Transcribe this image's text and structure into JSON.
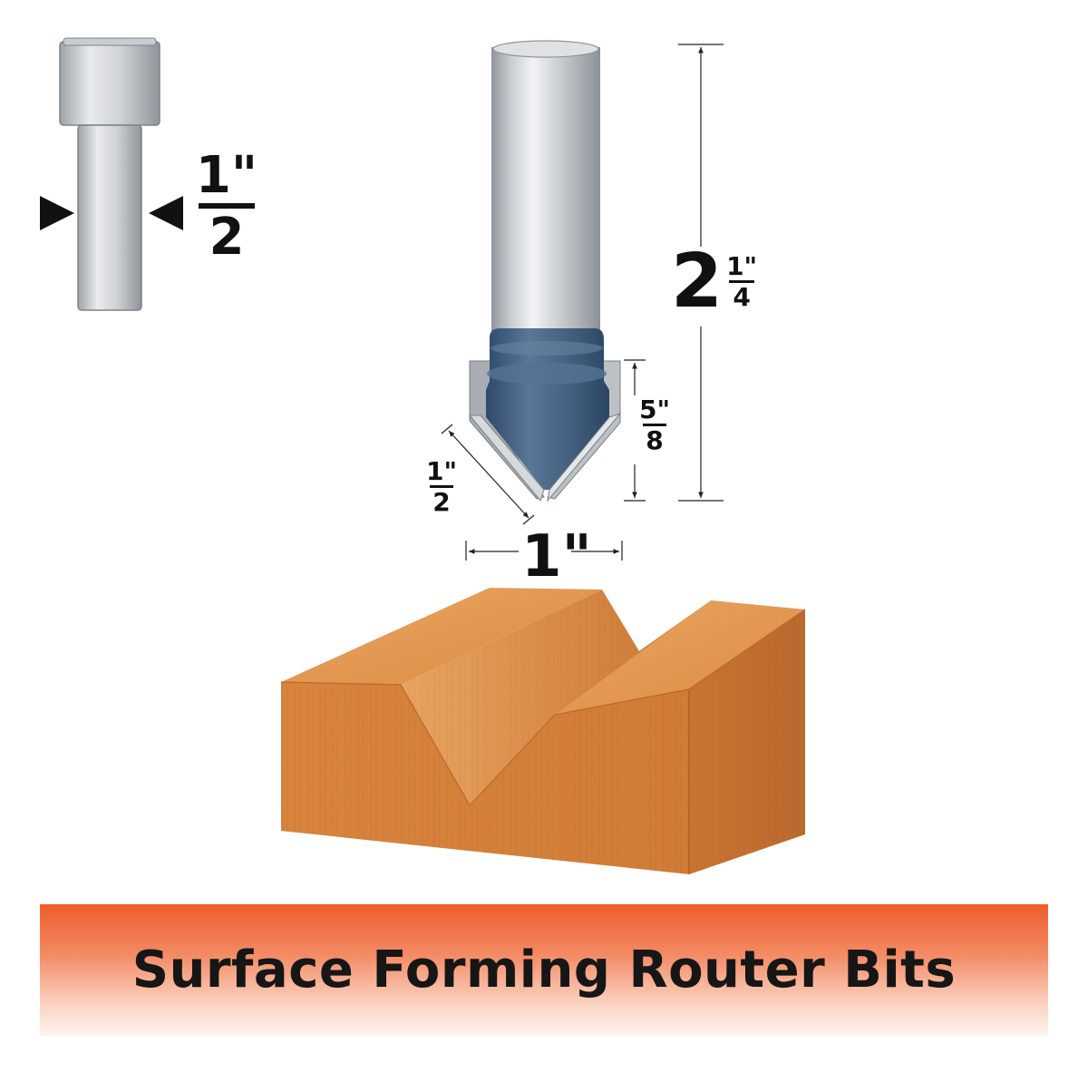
{
  "banner": {
    "title": "Surface Forming Router Bits"
  },
  "dimensions": {
    "shank_diameter": {
      "numerator": "1\"",
      "denominator": "2"
    },
    "overall_length": {
      "whole": "2",
      "numerator": "1\"",
      "denominator": "4"
    },
    "cutting_height": {
      "numerator": "5\"",
      "denominator": "8"
    },
    "cutting_edge_length": {
      "numerator": "1\"",
      "denominator": "2"
    },
    "cutting_diameter": {
      "value": "1\""
    }
  },
  "colors": {
    "steel": "#b8bdc2",
    "cutter_blue": "#4a6585",
    "wood": "#d98a45",
    "banner": "#ee5d2c"
  }
}
